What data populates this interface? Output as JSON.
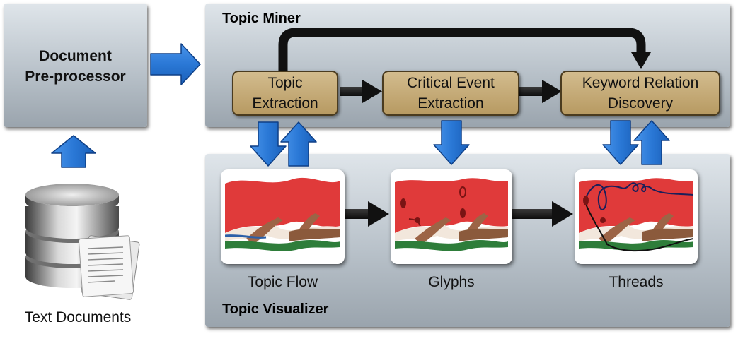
{
  "document_preprocessor": {
    "line1": "Document",
    "line2": "Pre-processor"
  },
  "topic_miner": {
    "title": "Topic Miner",
    "modules": [
      {
        "line1": "Topic",
        "line2": "Extraction"
      },
      {
        "line1": "Critical Event",
        "line2": "Extraction"
      },
      {
        "line1": "Keyword Relation",
        "line2": "Discovery"
      }
    ]
  },
  "topic_visualizer": {
    "title": "Topic Visualizer",
    "views": [
      {
        "caption": "Topic Flow"
      },
      {
        "caption": "Glyphs"
      },
      {
        "caption": "Threads"
      }
    ]
  },
  "text_documents": {
    "label": "Text Documents"
  },
  "colors": {
    "arrow_blue": "#2a78d6",
    "module_tan": "#c4a973",
    "flow_red": "#e03a3a",
    "flow_brown": "#8b5a3c",
    "flow_green": "#2e7d3a",
    "flow_blue": "#2b5fa8"
  }
}
